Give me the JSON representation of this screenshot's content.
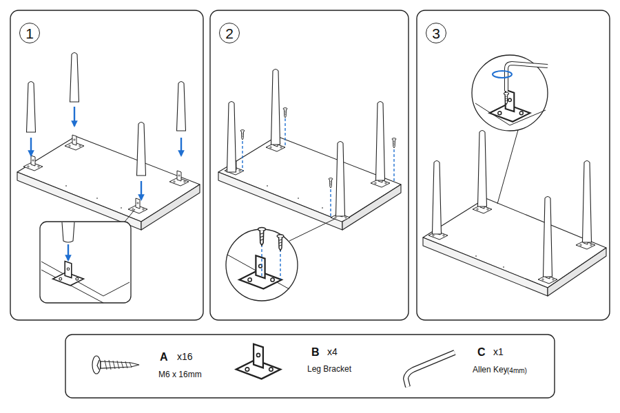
{
  "diagram": {
    "nodes": [
      {
        "text": [
          "1"
        ]
      },
      {
        "text": [
          "2"
        ]
      },
      {
        "text": [
          "3"
        ]
      }
    ],
    "labels": [
      "A",
      "x16",
      "M6 x 16mm",
      "B",
      "x4",
      "Leg Bracket",
      "C",
      "x1",
      "Allen Key",
      "(4mm)"
    ]
  }
}
